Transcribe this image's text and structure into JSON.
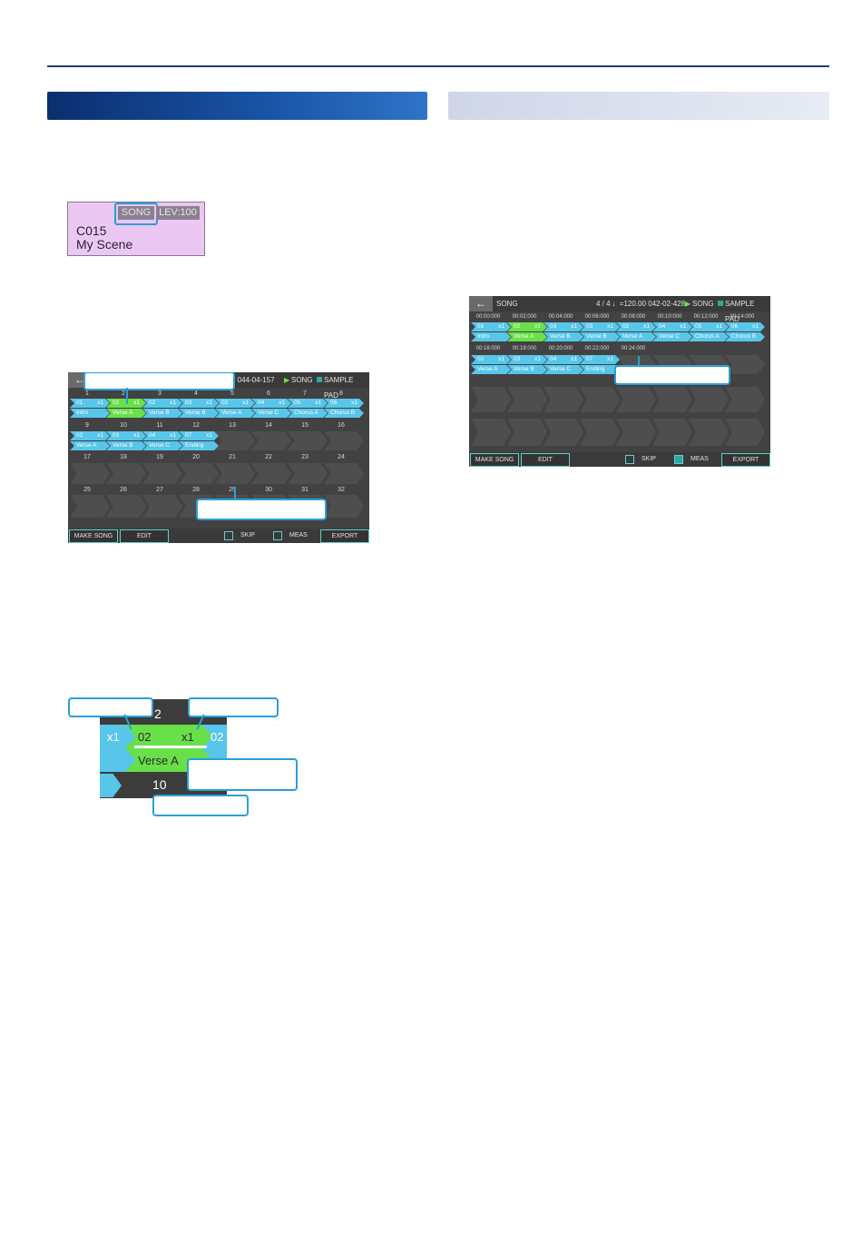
{
  "scene": {
    "song_tag": "SONG",
    "level": "LEV:100",
    "number": "C015",
    "name": "My Scene"
  },
  "screen1": {
    "top_info": "0  044-04-157",
    "song_status": "SONG",
    "sample_pad": "SAMPLE PAD",
    "back_icon": "←",
    "measure_numbers": [
      "1",
      "2",
      "3",
      "4",
      "5",
      "6",
      "7",
      "8",
      "9",
      "10",
      "11",
      "12",
      "13",
      "14",
      "15",
      "16",
      "17",
      "18",
      "19",
      "20",
      "21",
      "22",
      "23",
      "24",
      "25",
      "26",
      "27",
      "28",
      "29",
      "30",
      "31",
      "32"
    ],
    "row1": [
      {
        "id": "01",
        "rep": "x1",
        "name": "Intro",
        "green": false
      },
      {
        "id": "02",
        "rep": "x1",
        "name": "Verse A",
        "green": true
      },
      {
        "id": "02",
        "rep": "x1",
        "name": "Verse B",
        "green": false
      },
      {
        "id": "03",
        "rep": "x1",
        "name": "Verse B",
        "green": false
      },
      {
        "id": "02",
        "rep": "x1",
        "name": "Verse A",
        "green": false
      },
      {
        "id": "04",
        "rep": "x1",
        "name": "Verse C",
        "green": false
      },
      {
        "id": "05",
        "rep": "x1",
        "name": "Chorus A",
        "green": false
      },
      {
        "id": "06",
        "rep": "x1",
        "name": "Chorus B",
        "green": false
      }
    ],
    "row2": [
      {
        "id": "02",
        "rep": "x1",
        "name": "Verse A",
        "green": false
      },
      {
        "id": "03",
        "rep": "x1",
        "name": "Verse B",
        "green": false
      },
      {
        "id": "04",
        "rep": "x1",
        "name": "Verse C",
        "green": false
      },
      {
        "id": "07",
        "rep": "x1",
        "name": "Ending",
        "green": false
      }
    ],
    "buttons": {
      "make_song": "MAKE SONG",
      "edit": "EDIT",
      "skip": "SKIP",
      "meas": "MEAS",
      "export": "EXPORT"
    }
  },
  "screen2": {
    "title": "SONG",
    "top_info": "4 / 4  ♩=120.00  042-02-428",
    "song_status": "SONG",
    "sample_pad": "SAMPLE PAD",
    "back_icon": "←",
    "times_row1": [
      "00:00:000",
      "00:02:000",
      "00:04:000",
      "00:06:000",
      "00:08:000",
      "00:10:000",
      "00:12:000",
      "00:14:000"
    ],
    "times_row2": [
      "00:16:000",
      "00:18:000",
      "00:20:000",
      "00:22:000",
      "00:24:000"
    ],
    "row1": [
      {
        "id": "01",
        "rep": "x1",
        "name": "Intro",
        "green": false
      },
      {
        "id": "02",
        "rep": "x1",
        "name": "Verse A",
        "green": true
      },
      {
        "id": "03",
        "rep": "x1",
        "name": "Verse B",
        "green": false
      },
      {
        "id": "03",
        "rep": "x1",
        "name": "Verse B",
        "green": false
      },
      {
        "id": "02",
        "rep": "x1",
        "name": "Verse A",
        "green": false
      },
      {
        "id": "04",
        "rep": "x1",
        "name": "Verse C",
        "green": false
      },
      {
        "id": "05",
        "rep": "x1",
        "name": "Chorus A",
        "green": false
      },
      {
        "id": "06",
        "rep": "x1",
        "name": "Chorus B",
        "green": false
      }
    ],
    "row2": [
      {
        "id": "02",
        "rep": "x1",
        "name": "Verse A",
        "green": false
      },
      {
        "id": "03",
        "rep": "x1",
        "name": "Verse B",
        "green": false
      },
      {
        "id": "04",
        "rep": "x1",
        "name": "Verse C",
        "green": false
      },
      {
        "id": "07",
        "rep": "x1",
        "name": "Ending",
        "green": false
      }
    ],
    "buttons": {
      "make_song": "MAKE SONG",
      "edit": "EDIT",
      "skip": "SKIP",
      "meas": "MEAS",
      "export": "EXPORT"
    }
  },
  "zoom": {
    "measure_top": "2",
    "left_rep": "x1",
    "id": "02",
    "rep": "x1",
    "right_id": "02",
    "name": "Verse A",
    "measure_bottom": "10"
  }
}
